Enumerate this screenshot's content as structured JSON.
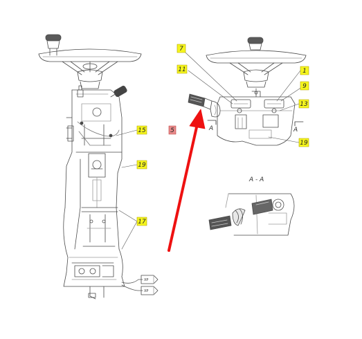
{
  "colors": {
    "line": "#4a4a4a",
    "light_line": "#9a9a9a",
    "callout_fill": "#f5f51e",
    "callout_border": "#b0a000",
    "marker_fill": "#e78a8a",
    "marker_border": "#c04040",
    "arrow": "#ee1111"
  },
  "callouts": {
    "c15": "15",
    "c19_left": "19",
    "c17": "17",
    "c7": "7",
    "c11": "11",
    "c1": "1",
    "c9": "9",
    "c13": "13",
    "c19_right": "19"
  },
  "marker": {
    "label": "5"
  },
  "section": {
    "mark_left": "A",
    "mark_right": "A",
    "title": "A - A"
  },
  "plugs": {
    "upper": "XP",
    "lower": "XP"
  }
}
